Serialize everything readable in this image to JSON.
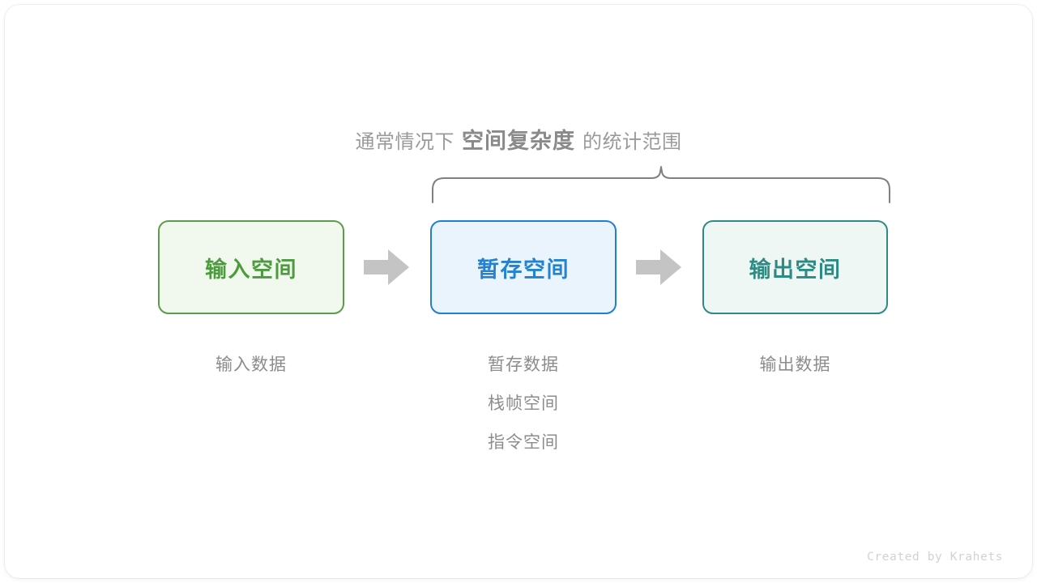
{
  "diagram": {
    "heading": {
      "prefix": "通常情况下",
      "emphasis": "空间复杂度",
      "suffix": "的统计范围"
    },
    "brace": {
      "name": "scope-brace",
      "color": "#808080"
    },
    "boxes": [
      {
        "key": "input",
        "label": "输入空间",
        "border_color": "#5a9e4a",
        "fill_color": "#f1f8ed",
        "text_color": "#4e9b3f"
      },
      {
        "key": "temp",
        "label": "暂存空间",
        "border_color": "#1f7fd0",
        "fill_color": "#eaf4fd",
        "text_color": "#2482cf"
      },
      {
        "key": "output",
        "label": "输出空间",
        "border_color": "#2e8b84",
        "fill_color": "#eff7f5",
        "text_color": "#2e8b84"
      }
    ],
    "arrows": [
      {
        "key": "arrow-1",
        "color": "#c4c4c4"
      },
      {
        "key": "arrow-2",
        "color": "#c4c4c4"
      }
    ],
    "captions": {
      "input": [
        "输入数据"
      ],
      "temp": [
        "暂存数据",
        "栈帧空间",
        "指令空间"
      ],
      "output": [
        "输出数据"
      ]
    }
  },
  "watermark": {
    "text": "Created by Krahets"
  }
}
